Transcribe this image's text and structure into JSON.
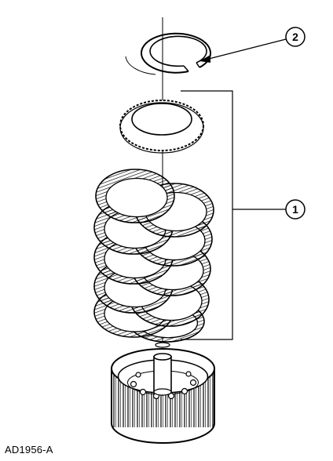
{
  "callouts": [
    {
      "label": "1"
    },
    {
      "label": "2"
    }
  ],
  "figure_id": "AD1956-A"
}
